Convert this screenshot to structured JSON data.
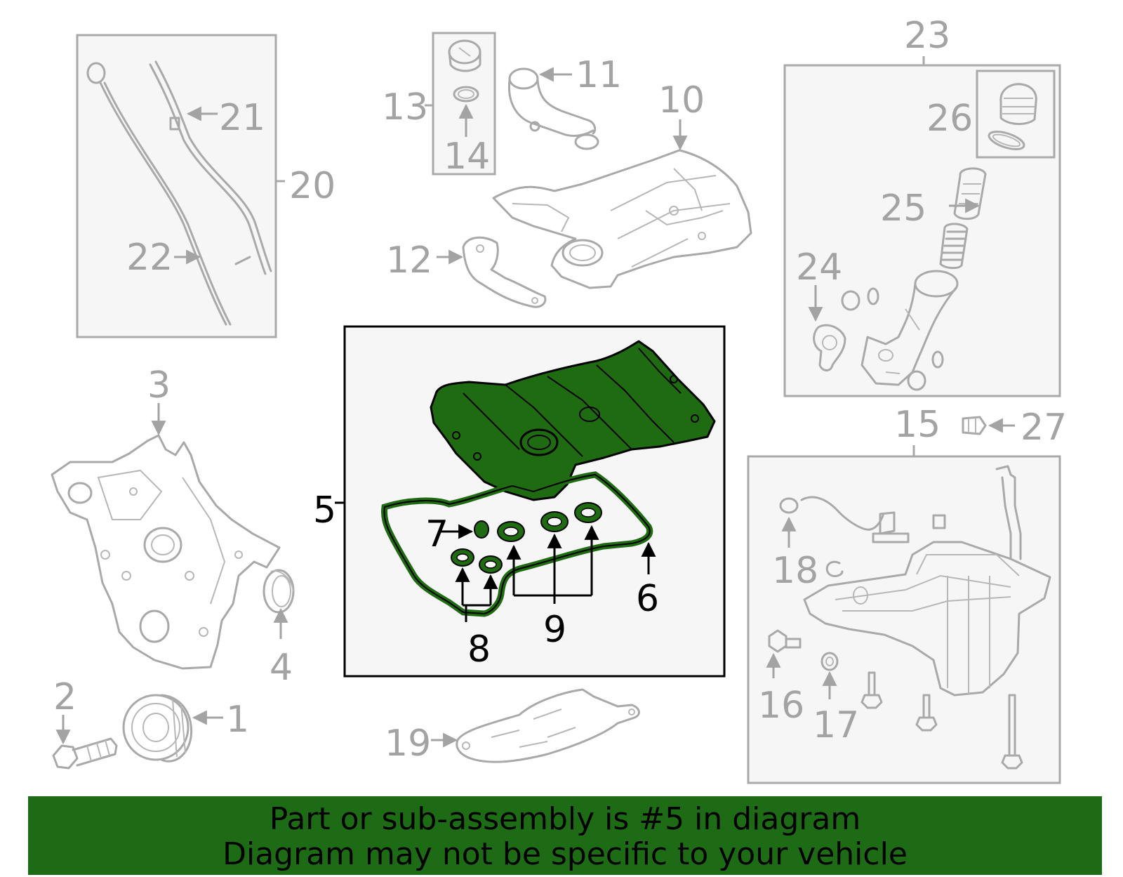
{
  "labels": {
    "l1": "1",
    "l2": "2",
    "l3": "3",
    "l4": "4",
    "l5": "5",
    "l6": "6",
    "l7": "7",
    "l8": "8",
    "l9": "9",
    "l10": "10",
    "l11": "11",
    "l12": "12",
    "l13": "13",
    "l14": "14",
    "l15": "15",
    "l16": "16",
    "l17": "17",
    "l18": "18",
    "l19": "19",
    "l20": "20",
    "l21": "21",
    "l22": "22",
    "l23": "23",
    "l24": "24",
    "l25": "25",
    "l26": "26",
    "l27": "27"
  },
  "banner": {
    "line1": "Part or sub-assembly is #5 in diagram",
    "line2": "Diagram may not be specific to your vehicle"
  },
  "colors": {
    "highlight_fill": "#1f6b12",
    "banner": "#1d6b14",
    "line_gray": "#a9a9a9",
    "label_gray": "#a3a3a3"
  }
}
